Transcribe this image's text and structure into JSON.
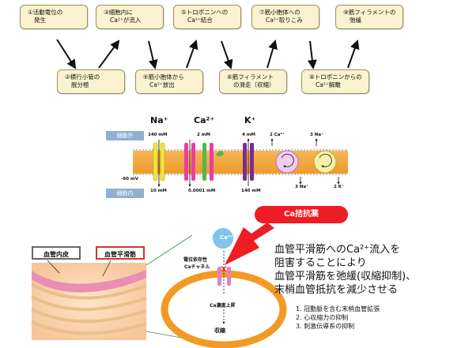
{
  "steps": [
    {
      "line1": "①活動電位の",
      "line2": "発生"
    },
    {
      "line1": "②横行小管の",
      "line2": "脱分極"
    },
    {
      "line1": "③細胞内に",
      "line2": "Ca²⁺が流入"
    },
    {
      "line1": "④筋小胞体から",
      "line2": "Ca²⁺放出"
    },
    {
      "line1": "⑤トロポニンへの",
      "line2": "Ca²⁺結合"
    },
    {
      "line1": "⑥筋フィラメント",
      "line2": "の滑走（収縮）"
    },
    {
      "line1": "⑦筋小胞体への",
      "line2": "Ca²⁺取りこみ"
    },
    {
      "line1": "⑧トロポニンからの",
      "line2": "Ca²⁺解離"
    },
    {
      "line1": "⑨筋フィラメントの",
      "line2": "弛緩"
    }
  ],
  "membrane": {
    "outside_label": "細胞外",
    "inside_label": "細胞内",
    "resting_potential": "-90 mV",
    "ions": [
      {
        "name": "Na⁺",
        "outside": "140 mM",
        "inside": "10 mM"
      },
      {
        "name": "Ca²⁺",
        "outside": "2 mM",
        "inside": "0.0001 mM"
      },
      {
        "name": "K⁺",
        "outside": "4 mM",
        "inside": "140 mM"
      }
    ],
    "pump_ca_out": "2 Ca²⁺",
    "pump_na_in": "3 Na⁺",
    "pump2_na_out": "3 Na⁺",
    "pump2_k_in": "2 K⁺",
    "colors": {
      "membrane": "#f5a43a",
      "na": "#f3e53a",
      "ca": "#e83ea8",
      "k": "#7b2d8e"
    }
  },
  "mechanism": {
    "drug_label": "Ca拮抗薬",
    "ion_label": "Ca²⁺",
    "channel_label_1": "電位依存性",
    "channel_label_2": "Caチャネル",
    "rise_label": "Ca濃度上昇",
    "result_label": "収縮",
    "endothelium_label": "血管内皮",
    "smooth_muscle_label": "血管平滑筋"
  },
  "description": {
    "lines": [
      "血管平滑筋へのCa²⁺流入を",
      "阻害することにより",
      "血管平滑筋を弛緩(収縮抑制)、",
      "末梢血管抵抗を減少させる"
    ],
    "effects": [
      "1.  冠動脈を含む末梢血管拡張",
      "2.  心収縮力の抑制",
      "3.  刺激伝導系の抑制"
    ]
  }
}
